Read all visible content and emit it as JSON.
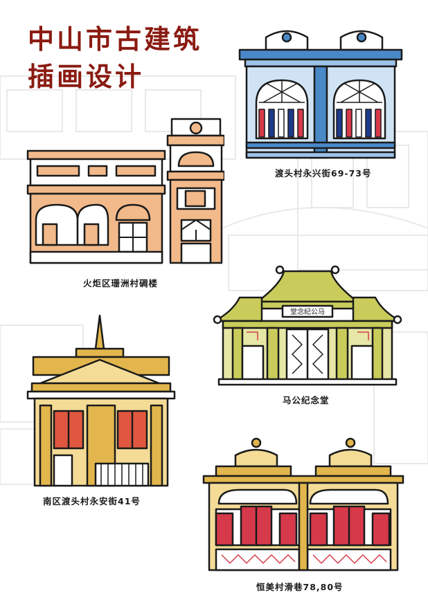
{
  "title": {
    "line1": "中山市古建筑",
    "line2": "插画设计"
  },
  "buildings": [
    {
      "caption": "渡头村永兴街69-73号"
    },
    {
      "caption": "火炬区珊洲村碉楼"
    },
    {
      "caption": "马公纪念堂",
      "sign": "堂念纪公马"
    },
    {
      "caption": "南区渡头村永安街41号"
    },
    {
      "caption": "恒美村滑巷78,80号"
    }
  ],
  "colors": {
    "title": "#8a1b12",
    "outline": "#1a1a1a",
    "blue": "#4a89c8",
    "peach": "#f2b98a",
    "olive": "#c9cc5a",
    "gold": "#e2b64d",
    "red": "#d63a4a"
  }
}
